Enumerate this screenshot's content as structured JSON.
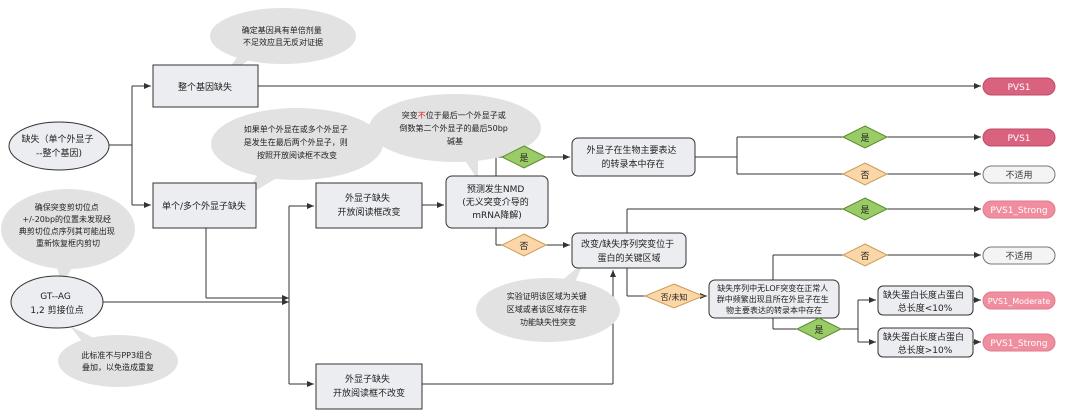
{
  "nodes": {
    "loss": {
      "lines": [
        "缺失（单个外显子",
        "--整个基因)"
      ]
    },
    "gtag": {
      "lines": [
        "GT--AG",
        "1,2 剪接位点"
      ]
    },
    "whole_gene": {
      "lines": [
        "整个基因缺失"
      ]
    },
    "single_multi_exon": {
      "lines": [
        "单个/多个外显子缺失"
      ]
    },
    "exon_loss_fs": {
      "lines": [
        "外显子缺失",
        "开放阅读框改变"
      ]
    },
    "exon_loss_inframe": {
      "lines": [
        "外显子缺失",
        "开放阅读框不改变"
      ]
    },
    "predict_nmd": {
      "lines": [
        "预测发生NMD",
        "(无义突变介导的",
        "mRNA降解)"
      ]
    },
    "exon_expressed": {
      "lines": [
        "外显子在生物主要表达",
        "的转录本中存在"
      ]
    },
    "critical_region": {
      "lines": [
        "改变/缺失序列突变位于",
        "蛋白的关键区域"
      ]
    },
    "lof_frequent": {
      "lines": [
        "缺失序列中无LOF突变在正常人",
        "群中频繁出现且所在外显子在生",
        "物主要表达的转录本中存在"
      ]
    },
    "loss_lt10": {
      "lines": [
        "缺失蛋白长度占蛋白",
        "总长度<10%"
      ]
    },
    "loss_gt10": {
      "lines": [
        "缺失蛋白长度占蛋白",
        "总长度>10%"
      ]
    }
  },
  "bubbles": {
    "dosage": {
      "lines": [
        "确定基因具有单倍剂量",
        "不足效应且无反对证据"
      ]
    },
    "last_two": {
      "lines": [
        "如果单个外显在或多个外显子",
        "是发生在最后两个外显子，则",
        "按照开放阅读框不改变"
      ]
    },
    "nmd_note": {
      "lines": [
        "突变",
        "不",
        "位于最后一个外显子或",
        "倒数第二个外显子的最后50bp",
        "碱基"
      ]
    },
    "splice_note": {
      "lines": [
        "确保突变剪切位点",
        "+/-20bp的位置未发现经",
        "典剪切位点序列其可能出现",
        "重新恢复框内剪切"
      ]
    },
    "pp3_note": {
      "lines": [
        "此标准不与PP3组合",
        "叠加，以免造成重复"
      ]
    },
    "functional": {
      "lines": [
        "实验证明该区域为关键",
        "区域或者该区域存在非",
        "功能缺失性突变"
      ]
    }
  },
  "decisions": {
    "yes": "是",
    "no": "否",
    "no_unknown": "否/未知"
  },
  "outcomes": {
    "pvs1": "PVS1",
    "na": "不适用",
    "pvs1_strong": "PVS1_Strong",
    "pvs1_moderate": "PVS1_Moderate"
  },
  "colors": {
    "outcome_red": "#d9627f",
    "outcome_pink": "#f08e9f",
    "yes_diamond": "#99cc66",
    "no_diamond": "#fbd7a8",
    "box_fill": "#ecedf1",
    "bubble_fill": "#e2e2e2"
  }
}
